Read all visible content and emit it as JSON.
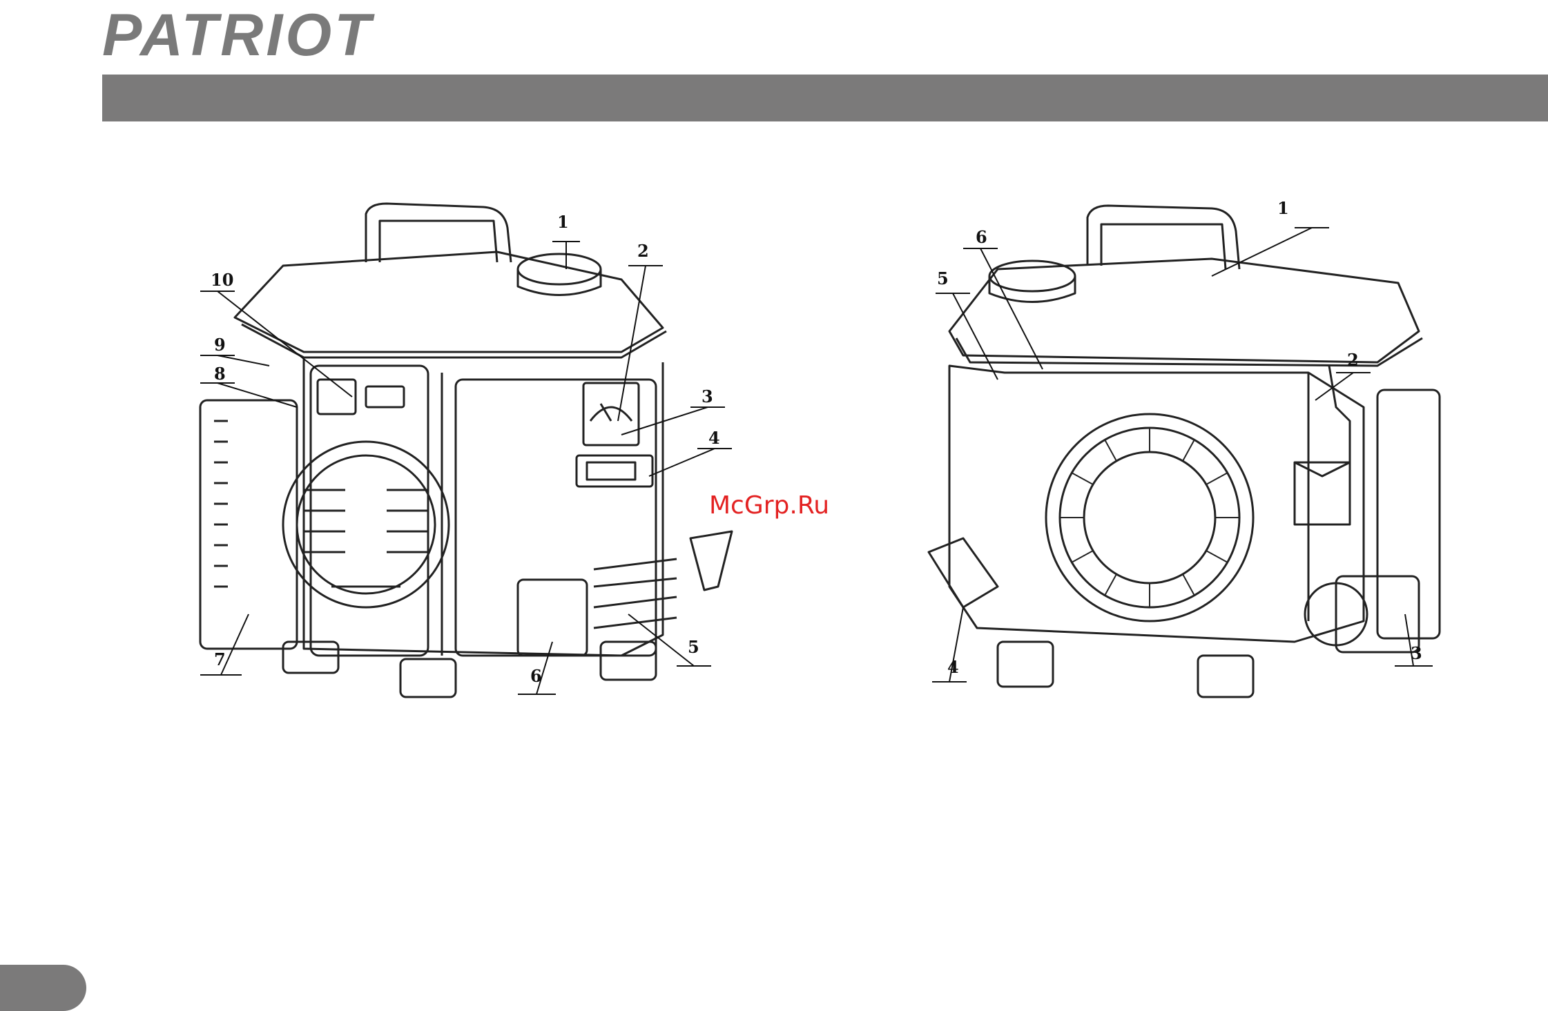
{
  "header": {
    "brand": "PATRIOT"
  },
  "figure_left": {
    "callouts": [
      "1",
      "2",
      "3",
      "4",
      "5",
      "6",
      "7",
      "8",
      "9",
      "10"
    ]
  },
  "figure_right": {
    "callouts": [
      "1",
      "2",
      "3",
      "4",
      "5",
      "6"
    ]
  },
  "watermark": "McGrp.Ru"
}
